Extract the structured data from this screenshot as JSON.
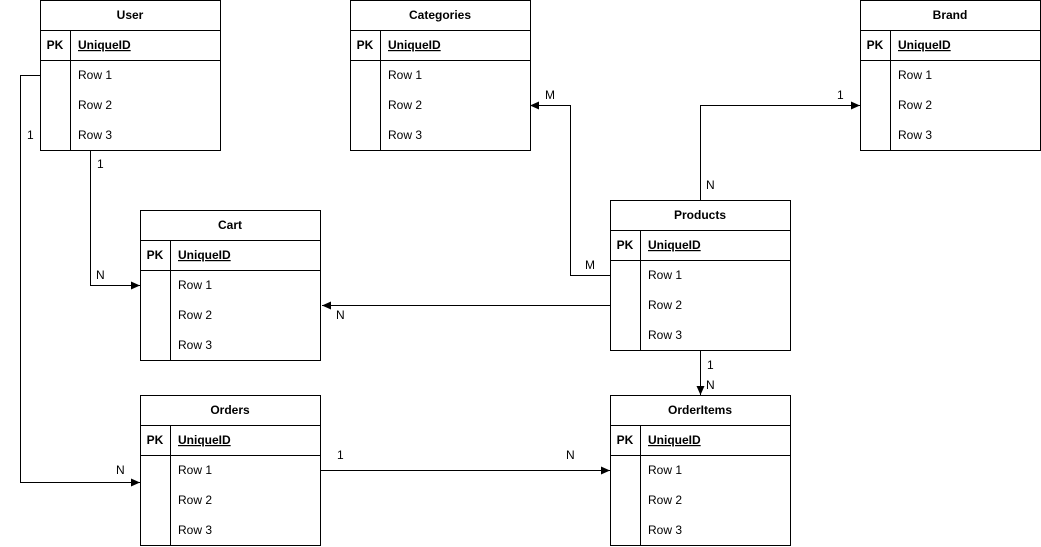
{
  "entities": [
    {
      "title": "User",
      "pk": "PK",
      "key": "UniqueID",
      "rows": [
        "Row 1",
        "Row 2",
        "Row 3"
      ]
    },
    {
      "title": "Categories",
      "pk": "PK",
      "key": "UniqueID",
      "rows": [
        "Row 1",
        "Row 2",
        "Row 3"
      ]
    },
    {
      "title": "Brand",
      "pk": "PK",
      "key": "UniqueID",
      "rows": [
        "Row 1",
        "Row 2",
        "Row 3"
      ]
    },
    {
      "title": "Cart",
      "pk": "PK",
      "key": "UniqueID",
      "rows": [
        "Row 1",
        "Row 2",
        "Row 3"
      ]
    },
    {
      "title": "Products",
      "pk": "PK",
      "key": "UniqueID",
      "rows": [
        "Row 1",
        "Row 2",
        "Row 3"
      ]
    },
    {
      "title": "Orders",
      "pk": "PK",
      "key": "UniqueID",
      "rows": [
        "Row 1",
        "Row 2",
        "Row 3"
      ]
    },
    {
      "title": "OrderItems",
      "pk": "PK",
      "key": "UniqueID",
      "rows": [
        "Row 1",
        "Row 2",
        "Row 3"
      ]
    }
  ],
  "cardinalities": {
    "user_cart_from": "1",
    "user_cart_to": "N",
    "user_orders_from": "1",
    "user_orders_to": "N",
    "products_categories_from": "M",
    "products_categories_to": "M",
    "products_brand_from": "N",
    "products_brand_to": "1",
    "products_cart_to": "N",
    "products_orderitems_from": "1",
    "products_orderitems_to": "N",
    "orders_orderitems_from": "1",
    "orders_orderitems_to": "N"
  }
}
